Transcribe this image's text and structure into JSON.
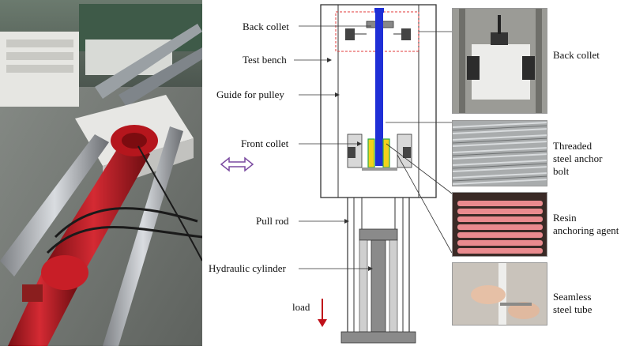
{
  "labels": {
    "back_collet": "Back collet",
    "test_bench": "Test bench",
    "guide_for_pulley": "Guide for pulley",
    "front_collet": "Front collet",
    "pull_rod": "Pull rod",
    "hydraulic_cylinder": "Hydraulic cylinder",
    "load": "load"
  },
  "right_labels": {
    "back_collet": "Back collet",
    "threaded_bolt": [
      "Threaded",
      "steel anchor",
      "bolt"
    ],
    "resin_agent": [
      "Resin",
      "anchoring agent"
    ],
    "seamless_tube": [
      "Seamless",
      "steel tube"
    ]
  },
  "colors": {
    "rod": "#1f2fd6",
    "cylinder_photo": "#c8202a",
    "load_arrow": "#c0101a",
    "dashed_box": "#e03a3a",
    "double_arrow": "#7a4aa0",
    "resin_yellow": "#f2d21b",
    "resin_green": "#2aa84a"
  }
}
